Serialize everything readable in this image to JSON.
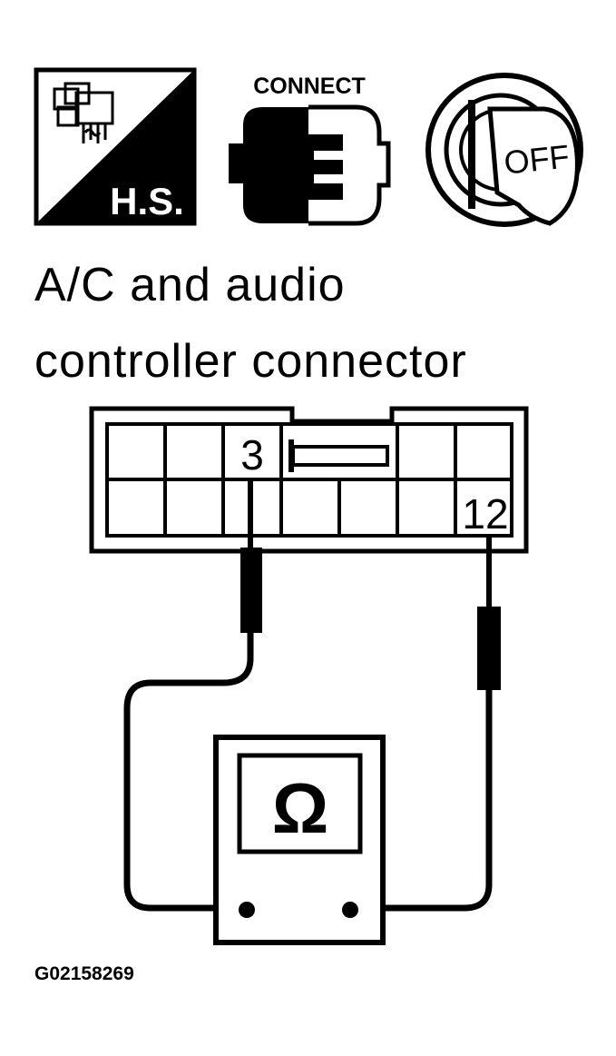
{
  "icons": {
    "harness_service": {
      "name": "harness-service-icon",
      "label": "H.S."
    },
    "connect": {
      "name": "connect-icon",
      "label": "CONNECT"
    },
    "ignition_key": {
      "name": "ignition-key-icon",
      "label": "OFF"
    }
  },
  "title": {
    "line1": "A/C and audio",
    "line2": "controller connector"
  },
  "connector": {
    "pins": {
      "pin_a": "3",
      "pin_b": "12"
    }
  },
  "meter": {
    "symbol": "Ω",
    "icon": "ohmmeter-icon"
  },
  "figure_id": "G02158269",
  "colors": {
    "ink": "#000000",
    "paper": "#ffffff"
  }
}
